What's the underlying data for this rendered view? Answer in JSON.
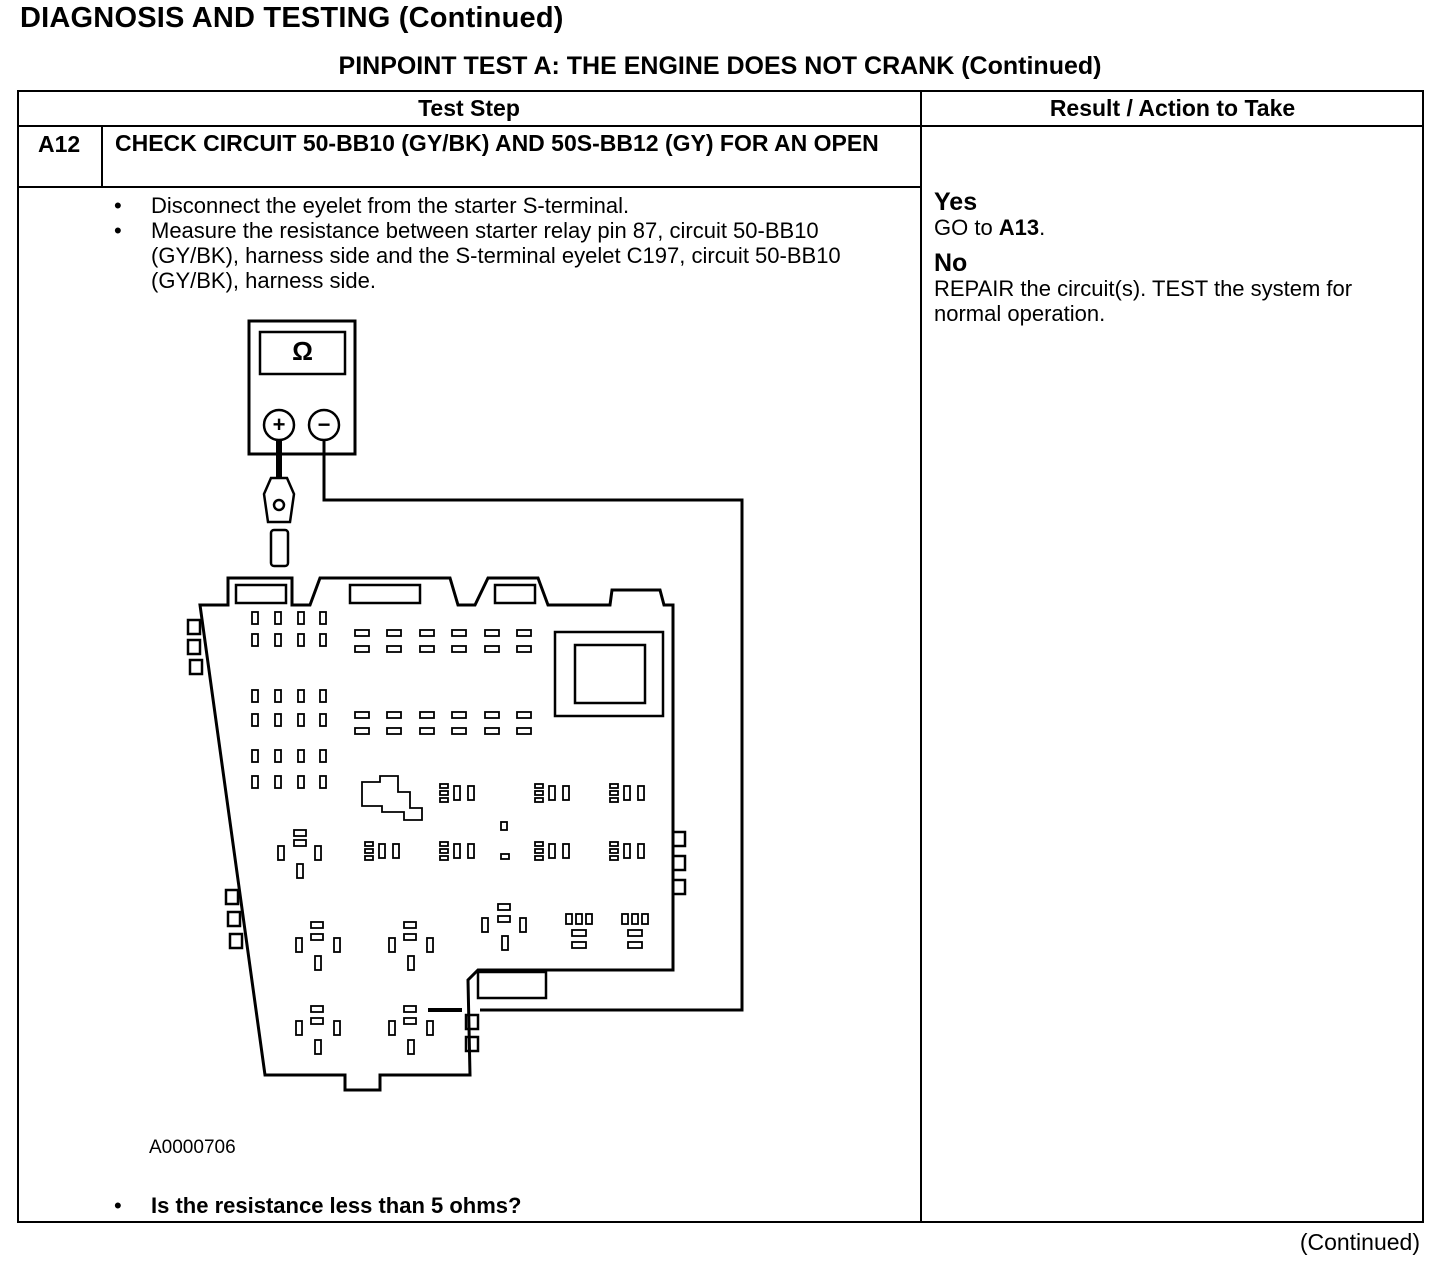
{
  "page": {
    "heading": "DIAGNOSIS AND TESTING (Continued)",
    "test_title": "PINPOINT TEST  A: THE ENGINE DOES NOT CRANK (Continued)",
    "footer": "(Continued)"
  },
  "table": {
    "col_test_step": "Test Step",
    "col_result": "Result / Action to Take"
  },
  "step": {
    "id": "A12",
    "title": "CHECK CIRCUIT 50-BB10 (GY/BK) AND 50S-BB12 (GY) FOR AN OPEN",
    "instructions": [
      "Disconnect the eyelet from the starter S-terminal.",
      "Measure the resistance between starter relay pin 87, circuit 50-BB10 (GY/BK), harness side and the S-terminal eyelet C197, circuit 50-BB10 (GY/BK), harness side."
    ],
    "question": "Is the resistance less than 5 ohms?",
    "figure_id": "A0000706",
    "meter": {
      "display": "Ω",
      "plus": "+",
      "minus": "−"
    }
  },
  "result": {
    "yes_label": "Yes",
    "yes_prefix": "GO to ",
    "yes_target": "A13",
    "yes_suffix": ".",
    "no_label": "No",
    "no_text": "REPAIR the circuit(s). TEST the system for normal operation."
  }
}
